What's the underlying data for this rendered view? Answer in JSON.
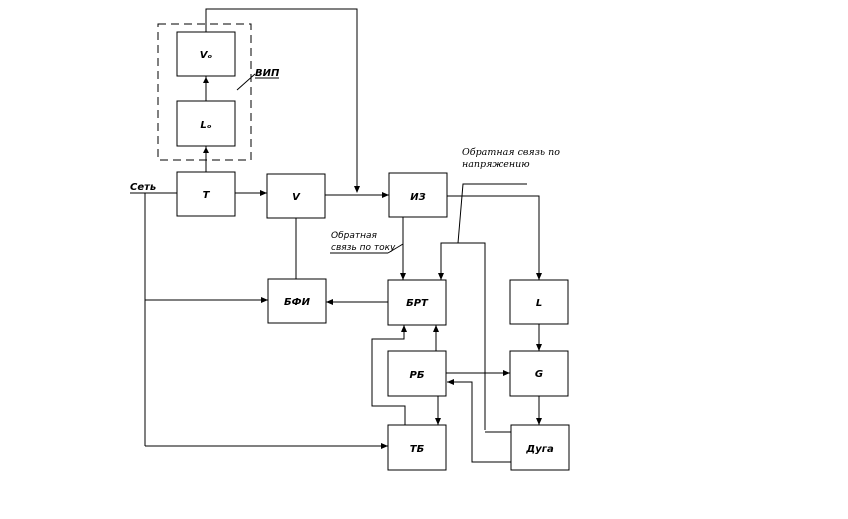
{
  "diagram": {
    "blocks": {
      "v_sub": "Vₒ",
      "l_sub": "Lₒ",
      "t": "T",
      "v": "V",
      "iz": "ИЗ",
      "bfi": "БФИ",
      "brt": "БРТ",
      "rb": "РБ",
      "tb": "ТБ",
      "l": "L",
      "g": "G",
      "arc": "Дуга"
    },
    "labels": {
      "vip": "ВИП",
      "mains": "Сеть",
      "current_feedback_1": "Обратная",
      "current_feedback_2": "связь по току",
      "voltage_feedback_1": "Обратная  связь  по",
      "voltage_feedback_2": "напряжению"
    }
  }
}
